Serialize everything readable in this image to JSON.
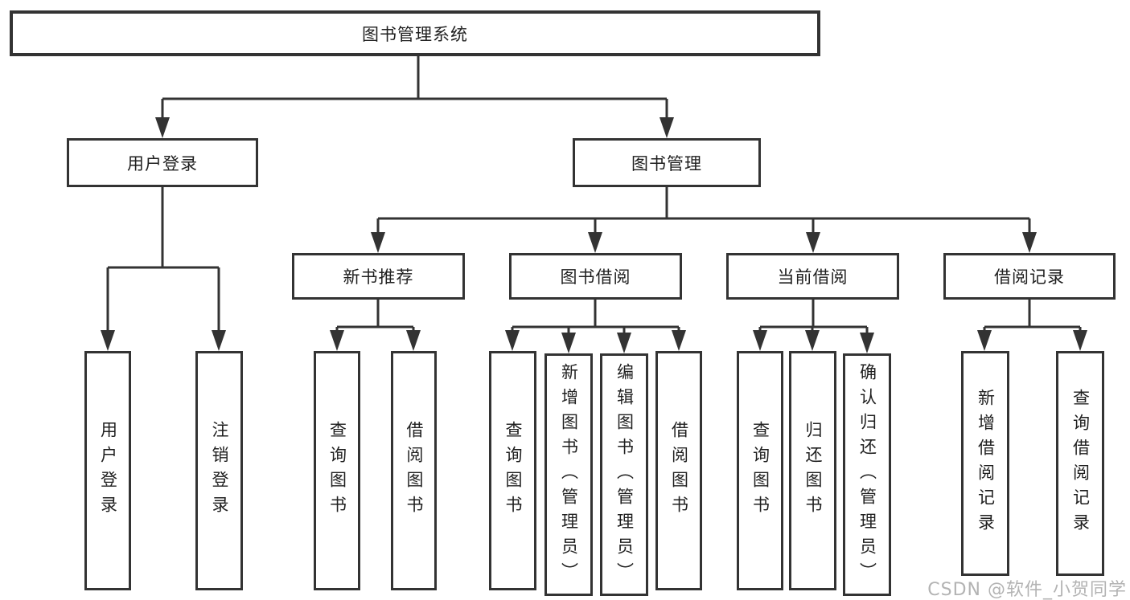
{
  "diagram": {
    "kind": "hierarchy-chart",
    "tree": {
      "label": "图书管理系统",
      "children": [
        {
          "label": "用户登录",
          "children": [
            {
              "label": "用户登录"
            },
            {
              "label": "注销登录"
            }
          ]
        },
        {
          "label": "图书管理",
          "children": [
            {
              "label": "新书推荐",
              "children": [
                {
                  "label": "查询图书"
                },
                {
                  "label": "借阅图书"
                }
              ]
            },
            {
              "label": "图书借阅",
              "children": [
                {
                  "label": "查询图书"
                },
                {
                  "label": "新增图书（管理员）"
                },
                {
                  "label": "编辑图书（管理员）"
                },
                {
                  "label": "借阅图书"
                }
              ]
            },
            {
              "label": "当前借阅",
              "children": [
                {
                  "label": "查询图书"
                },
                {
                  "label": "归还图书"
                },
                {
                  "label": "确认归还（管理员）"
                }
              ]
            },
            {
              "label": "借阅记录",
              "children": [
                {
                  "label": "新增借阅记录"
                },
                {
                  "label": "查询借阅记录"
                }
              ]
            }
          ]
        }
      ]
    }
  },
  "watermark": "CSDN @软件_小贺同学",
  "colors": {
    "line": "#333333",
    "text": "#1f1f1f",
    "watermark": "#b3b3b3",
    "background": "#ffffff"
  }
}
